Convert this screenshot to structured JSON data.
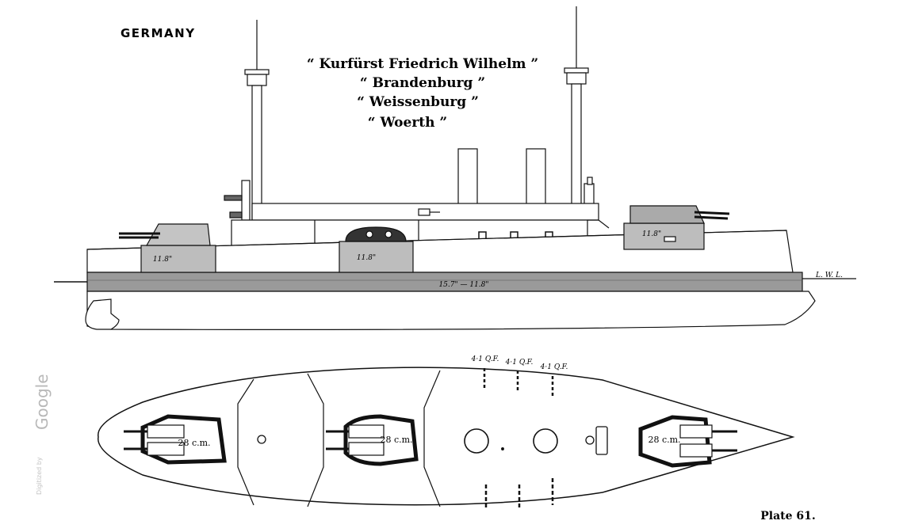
{
  "header": {
    "country": "GERMANY",
    "ship_names": [
      "“ Kurfürst Friedrich Wilhelm ”",
      "“ Brandenburg ”",
      "“ Weissenburg ”",
      "“ Woerth ”"
    ]
  },
  "profile": {
    "turret_armor_labels": [
      "11.8\"",
      "11.8\"",
      "11.8\""
    ],
    "belt_armor_label": "15.7\" — 11.8\"",
    "waterline_label": "L. W. L."
  },
  "plan": {
    "turret_calibers": [
      "28 c.m.",
      "28 c.m.",
      "28 c.m."
    ],
    "qf_gun_labels": [
      "4·1 Q.F.",
      "4·1 Q.F.",
      "4·1 Q.F."
    ]
  },
  "footer": {
    "plate": "Plate 61."
  },
  "watermark": {
    "prefix": "Digitized by",
    "brand": "Google"
  },
  "colors": {
    "ink": "#111111",
    "armor_fill": "#bdbdbd",
    "belt_fill": "#9a9a9a",
    "deck_fill": "#ffffff"
  }
}
